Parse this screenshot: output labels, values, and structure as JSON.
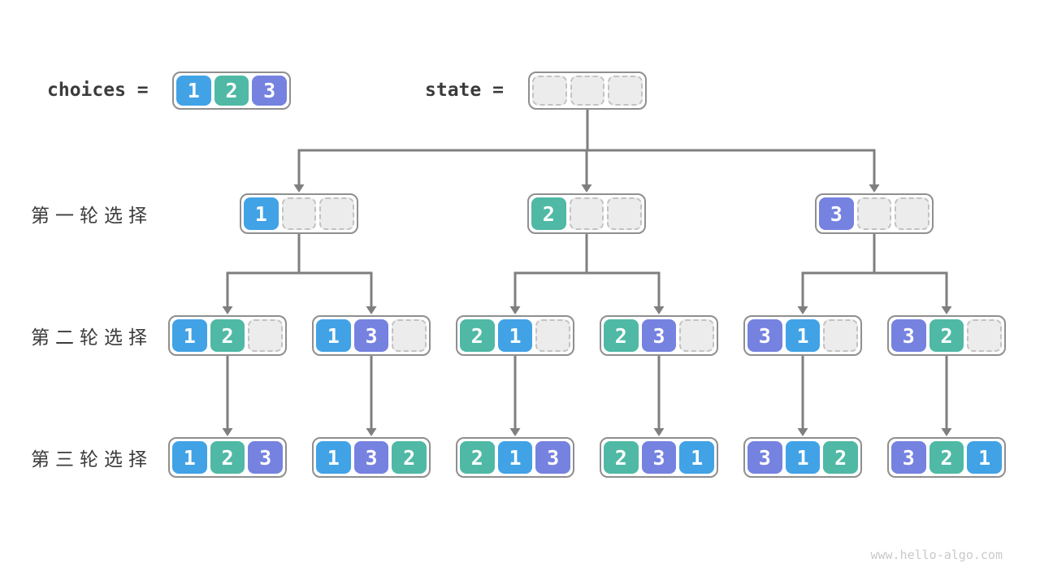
{
  "header": {
    "choices_label": "choices",
    "state_label": "state",
    "equals": "=",
    "choices": [
      1,
      2,
      3
    ],
    "state": [
      null,
      null,
      null
    ]
  },
  "rows": [
    {
      "label": "第一轮选择",
      "nodes": [
        [
          1,
          null,
          null
        ],
        [
          2,
          null,
          null
        ],
        [
          3,
          null,
          null
        ]
      ]
    },
    {
      "label": "第二轮选择",
      "nodes": [
        [
          1,
          2,
          null
        ],
        [
          1,
          3,
          null
        ],
        [
          2,
          1,
          null
        ],
        [
          2,
          3,
          null
        ],
        [
          3,
          1,
          null
        ],
        [
          3,
          2,
          null
        ]
      ]
    },
    {
      "label": "第三轮选择",
      "nodes": [
        [
          1,
          2,
          3
        ],
        [
          1,
          3,
          2
        ],
        [
          2,
          1,
          3
        ],
        [
          2,
          3,
          1
        ],
        [
          3,
          1,
          2
        ],
        [
          3,
          2,
          1
        ]
      ]
    }
  ],
  "colors": {
    "1": "#41a2e6",
    "2": "#4fb9a5",
    "3": "#7682e0",
    "arrow": "#7f7f7f",
    "node_border": "#8f8f8f",
    "empty_fill": "#ececec",
    "empty_border": "#c2c2c2",
    "text": "#3c3c3c"
  },
  "watermark": "www.hello-algo.com"
}
